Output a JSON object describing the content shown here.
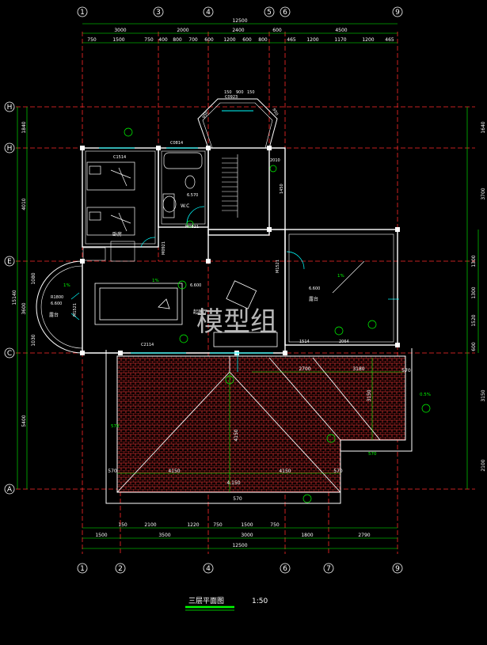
{
  "drawing_title": "三层平面图",
  "drawing_scale": "1:50",
  "watermark": "模型组",
  "top_axes": [
    "1",
    "3",
    "4",
    "5",
    "6",
    "9"
  ],
  "bottom_axes": [
    "1",
    "2",
    "4",
    "6",
    "7",
    "9"
  ],
  "left_axes": [
    "H",
    "H",
    "E",
    "C",
    "A"
  ],
  "top_dims_overall": "12500",
  "top_dims_row2": [
    "3000",
    "2000",
    "2400",
    "600",
    "4500"
  ],
  "top_dims_row3": [
    "750",
    "1500",
    "750",
    "400",
    "800",
    "700",
    "600",
    "1200",
    "600",
    "800",
    "465",
    "1200",
    "1170",
    "1200",
    "465"
  ],
  "bottom_dims_row1": [
    "150",
    "2100",
    "1220",
    "750",
    "1500",
    "750"
  ],
  "bottom_dims_row2": [
    "1500",
    "3500",
    "3000",
    "1800",
    "2790"
  ],
  "bottom_dims_overall": "12500",
  "left_dims_outer": [
    "1840",
    "4010",
    "1080",
    "3600",
    "1030",
    "5400"
  ],
  "left_dims_total": "15140",
  "right_dims": [
    "1640",
    "3700",
    "1300",
    "1300",
    "1520",
    "600",
    "3150",
    "2100"
  ],
  "rooms": {
    "bedroom": "卧房",
    "wc": "W.C",
    "balcony_left": "露台",
    "balcony_right": "露台",
    "hall": "起居厅"
  },
  "codes": {
    "c1514": "C1514",
    "c0814": "C0814",
    "c0923": "C0923",
    "c2114": "C2114",
    "m0821": "M0821",
    "m0921": "M0921",
    "m1521_a": "M1521",
    "m1521_b": "M1521",
    "c1514_r": "1514",
    "c2064": "2064",
    "r1800": "R1800"
  },
  "elevations": {
    "wc": "6.570",
    "hall": "6.600",
    "balcony_left": "6.600",
    "balcony_right": "6.600",
    "stair": "2010"
  },
  "stair_dims": [
    "1450"
  ],
  "bay_dims": [
    "150",
    "900",
    "150",
    "950",
    "950"
  ],
  "roof_dims": {
    "left_overhang": "570",
    "left_span": "4150",
    "right_span": "4150",
    "right_overhang": "570",
    "center": "570",
    "edge_right": "570",
    "run": "3180",
    "height": "3150",
    "ridge_left": "2700",
    "bottom_span_center": "4150",
    "rise": "4.150"
  },
  "slope_labels": [
    "1%",
    "1%",
    "1%"
  ],
  "roof_slope": "0.5%",
  "bottom_small_dims": [
    "570",
    "570"
  ],
  "colors": {
    "axis_red": "#ff2a2a",
    "wall_white": "#ffffff",
    "dim_green": "#00ff00",
    "roof_tile": "#ff3b3b",
    "annotation_cyan": "#00ffff"
  }
}
